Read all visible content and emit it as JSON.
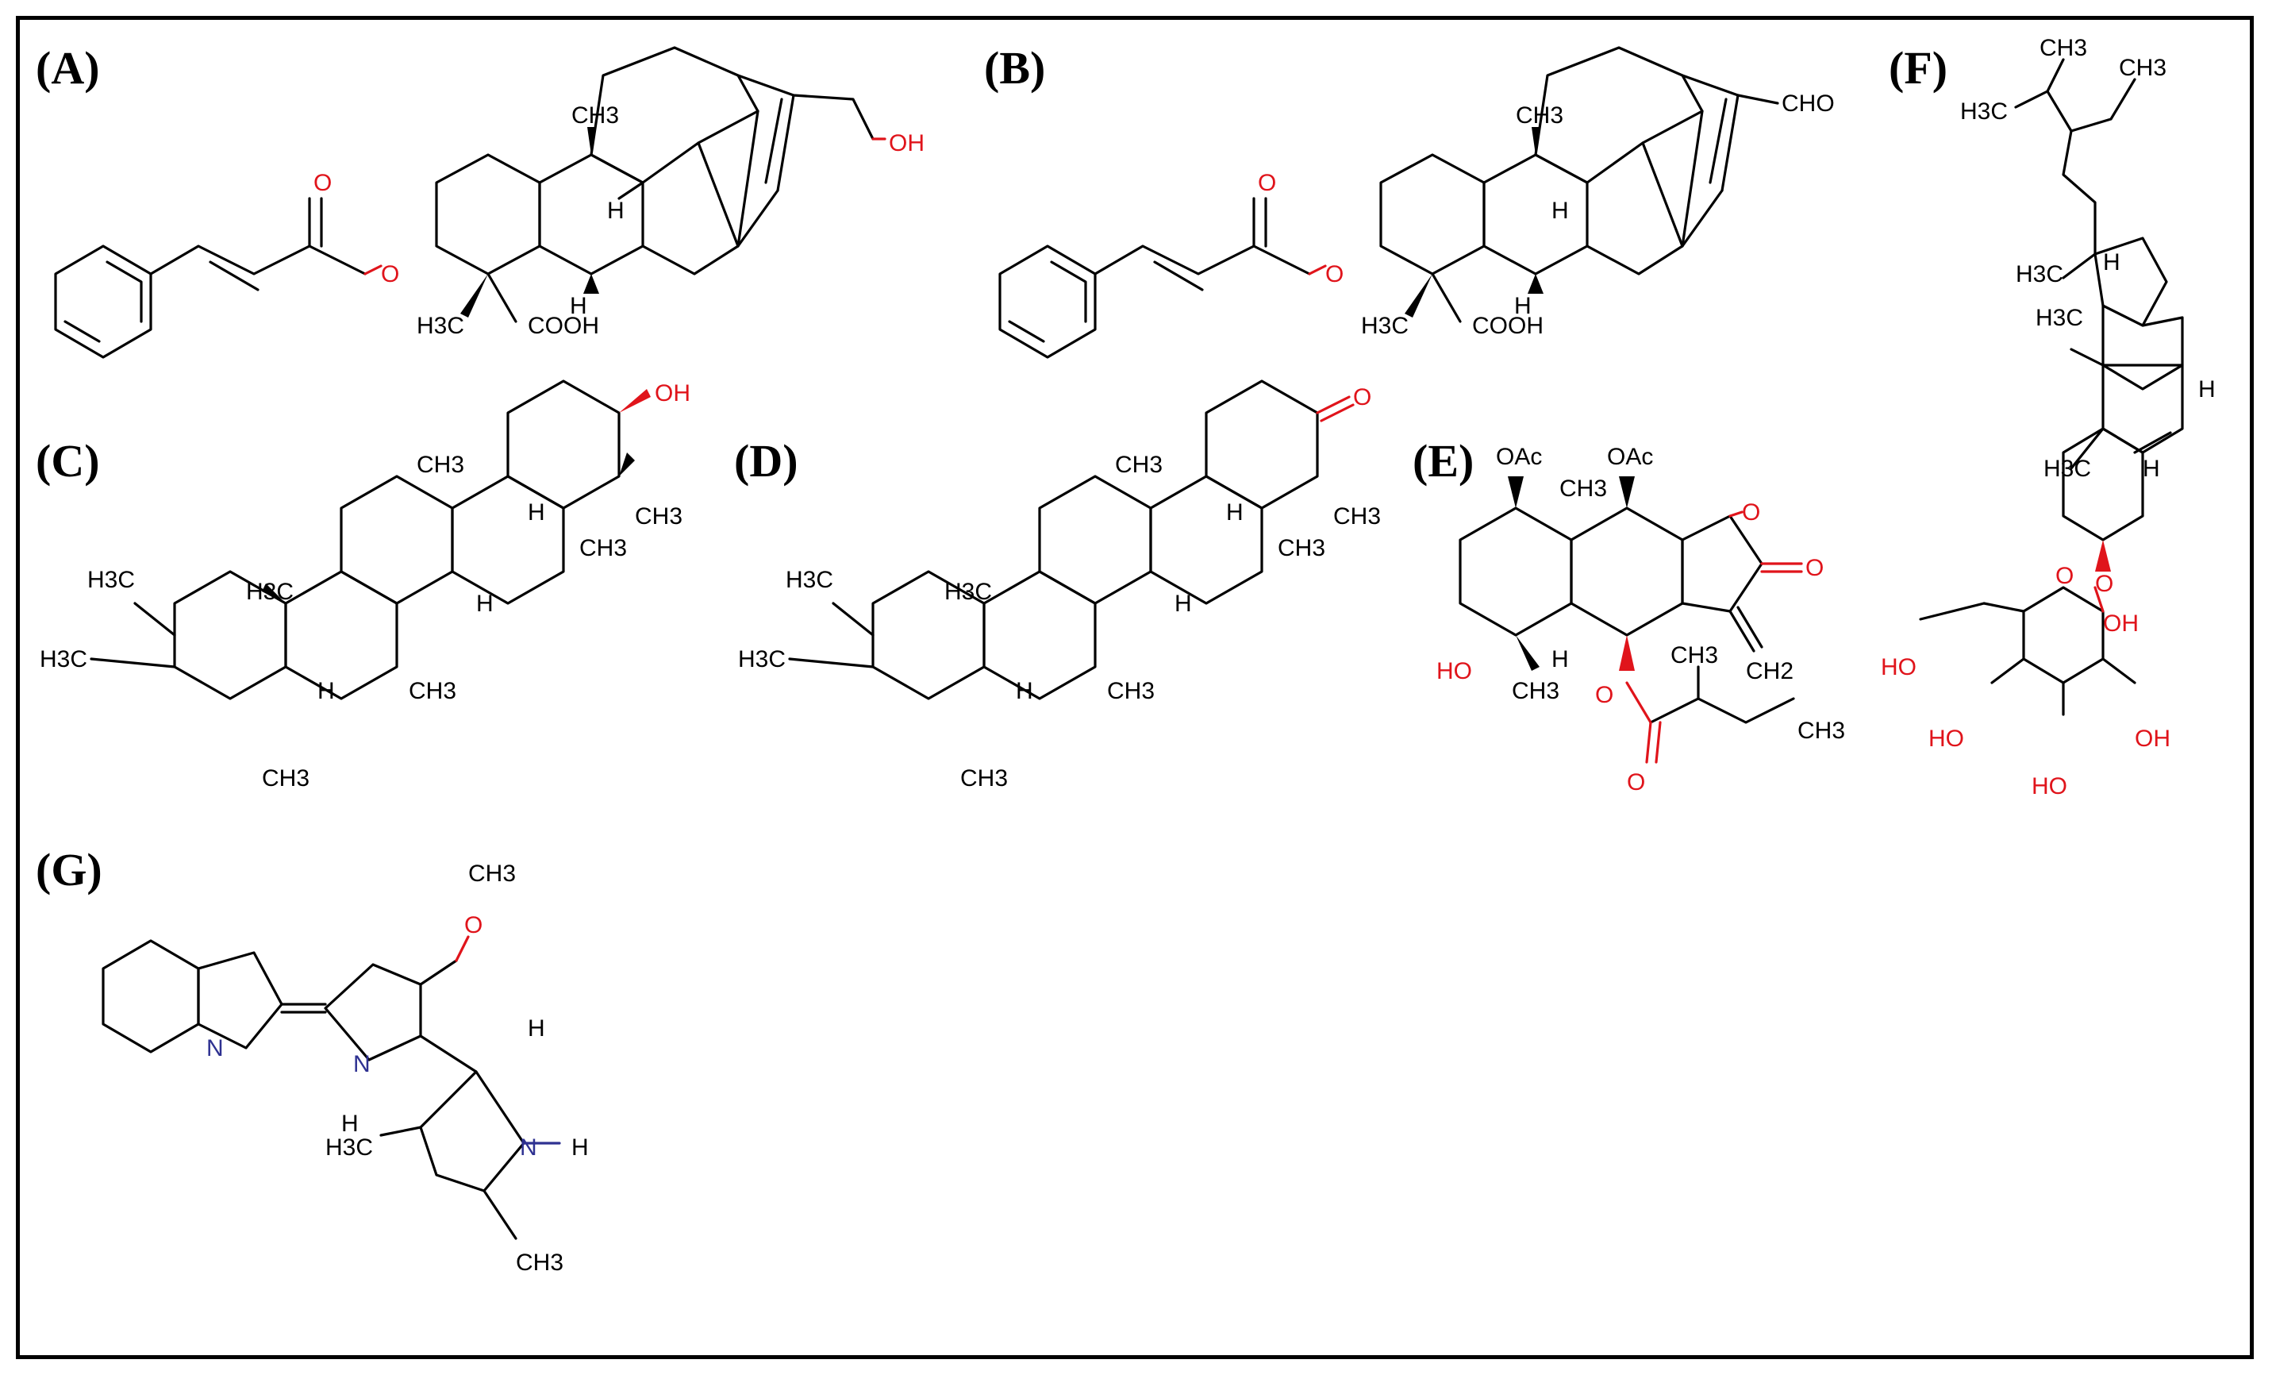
{
  "figure": {
    "panels": [
      {
        "id": "A",
        "label": "(A)",
        "atoms": {
          "oh": "OH",
          "o1": "O",
          "o2": "O",
          "ch3": "CH3",
          "h1": "H",
          "h2": "H",
          "h3c": "H3C",
          "cooh": "COOH"
        }
      },
      {
        "id": "B",
        "label": "(B)",
        "atoms": {
          "cho": "CHO",
          "o1": "O",
          "o2": "O",
          "ch3": "CH3",
          "h1": "H",
          "h2": "H",
          "h3c": "H3C",
          "cooh": "COOH"
        }
      },
      {
        "id": "C",
        "label": "(C)",
        "atoms": {
          "oh": "OH",
          "ch3a": "CH3",
          "ch3b": "CH3",
          "ch3c": "CH3",
          "ch3d": "CH3",
          "ch3e": "CH3",
          "h3ca": "H3C",
          "h3cb": "H3C",
          "h3cc": "H3C",
          "h1": "H",
          "h2": "H",
          "h3": "H"
        }
      },
      {
        "id": "D",
        "label": "(D)",
        "atoms": {
          "o": "O",
          "ch3a": "CH3",
          "ch3b": "CH3",
          "ch3c": "CH3",
          "ch3d": "CH3",
          "ch3e": "CH3",
          "h3ca": "H3C",
          "h3cb": "H3C",
          "h3cc": "H3C",
          "h1": "H",
          "h2": "H",
          "h3": "H"
        }
      },
      {
        "id": "E",
        "label": "(E)",
        "atoms": {
          "oac1": "OAc",
          "oac2": "OAc",
          "ch3a": "CH3",
          "ch3b": "CH3",
          "ch3c": "CH3",
          "ch3d": "CH3",
          "ch2": "CH2",
          "ho": "HO",
          "h": "H",
          "o1": "O",
          "o2": "O",
          "o3": "O",
          "o4": "O"
        }
      },
      {
        "id": "F",
        "label": "(F)",
        "atoms": {
          "ch3a": "CH3",
          "ch3b": "CH3",
          "h3ca": "H3C",
          "h3cb": "H3C",
          "h3cc": "H3C",
          "h3cd": "H3C",
          "ha": "H",
          "hb": "H",
          "hc": "H",
          "ho1": "HO",
          "ho2": "HO",
          "oh1": "OH",
          "ho3": "HO",
          "oh2": "OH",
          "o1": "O",
          "o2": "O"
        }
      },
      {
        "id": "G",
        "label": "(G)",
        "atoms": {
          "ch3a": "CH3",
          "ch3b": "CH3",
          "h3c": "H3C",
          "o": "O",
          "n1": "N",
          "n2": "N",
          "n3": "N",
          "h1": "H",
          "h2": "H",
          "h3": "H"
        }
      }
    ]
  },
  "colors": {
    "border": "#000000",
    "carbon": "#000000",
    "oxygen": "#e0141b",
    "nitrogen": "#2e3191"
  }
}
